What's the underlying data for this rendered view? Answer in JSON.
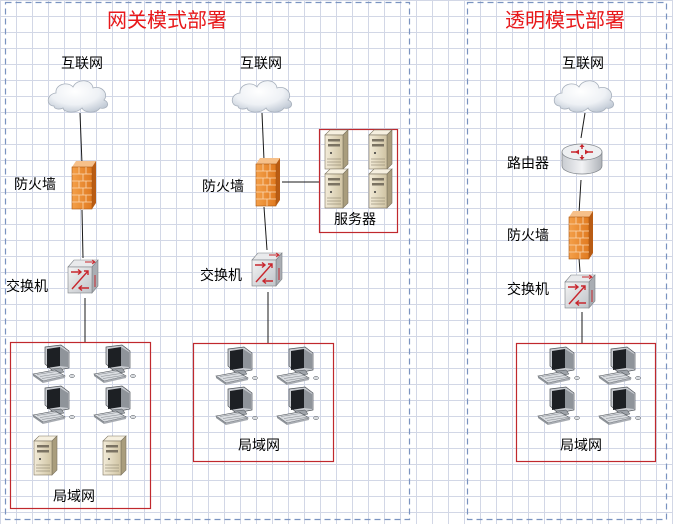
{
  "gateway": {
    "title": "网关模式部署",
    "left": {
      "internet": "互联网",
      "firewall": "防火墙",
      "switch": "交换机",
      "lan": "局域网"
    },
    "right": {
      "internet": "互联网",
      "firewall": "防火墙",
      "switch": "交换机",
      "server": "服务器",
      "lan": "局域网"
    }
  },
  "transparent": {
    "title": "透明模式部署",
    "internet": "互联网",
    "router": "路由器",
    "firewall": "防火墙",
    "switch": "交换机",
    "lan": "局域网"
  },
  "colors": {
    "title": "#e8191b",
    "group_border": "#c0282d",
    "panel_border": "#7a93c0",
    "grid": "#d2d7e6",
    "firewall": "#e98a2c"
  },
  "icons": [
    "cloud-icon",
    "firewall-icon",
    "switch-icon",
    "router-icon",
    "computer-icon",
    "server-icon"
  ]
}
